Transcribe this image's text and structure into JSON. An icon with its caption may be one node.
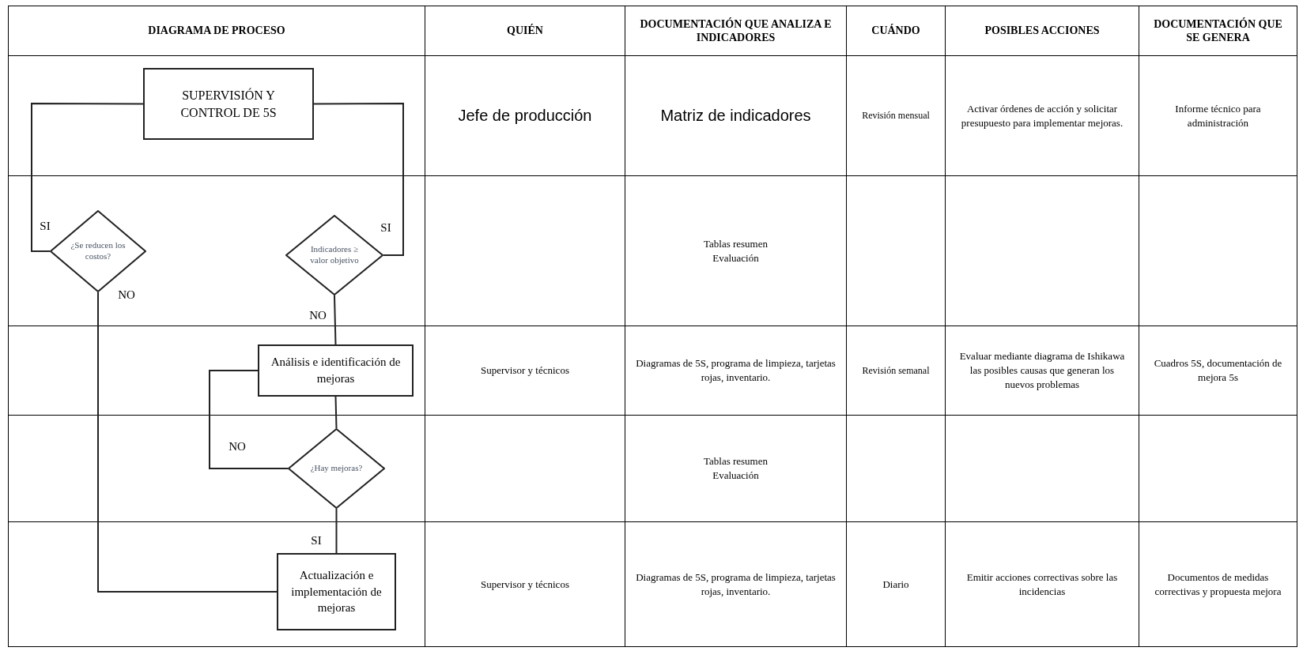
{
  "diagram": {
    "nodes": [
      {
        "text": [
          "SUPERVISIÓN Y CONTROL DE 5S"
        ]
      },
      {
        "text": [
          "¿Se reducen los costos?"
        ]
      },
      {
        "text": [
          "Indicadores ≥ valor objetivo"
        ]
      },
      {
        "text": [
          "Análisis e identificación de mejoras"
        ]
      },
      {
        "text": [
          "¿Hay mejoras?"
        ]
      },
      {
        "text": [
          "Actualización e implementación de mejoras"
        ]
      }
    ],
    "edges": [
      {
        "from": 0,
        "to": 1,
        "arrow": "none",
        "label": "SI"
      },
      {
        "from": 0,
        "to": 2,
        "arrow": "none",
        "label": "SI"
      },
      {
        "from": 2,
        "to": 3,
        "arrow": "none",
        "label": "NO"
      },
      {
        "from": 3,
        "to": 4,
        "arrow": "none"
      },
      {
        "from": 4,
        "to": 3,
        "arrow": "none",
        "label": "NO"
      },
      {
        "from": 4,
        "to": 5,
        "arrow": "none",
        "label": "SI"
      },
      {
        "from": 1,
        "to": 5,
        "arrow": "none",
        "label": "NO"
      }
    ],
    "labels": [
      "DIAGRAMA DE PROCESO",
      "QUIÉN",
      "DOCUMENTACIÓN QUE ANALIZA E INDICADORES",
      "CUÁNDO",
      "POSIBLES ACCIONES",
      "DOCUMENTACIÓN QUE SE GENERA",
      "Jefe de producción",
      "Matriz de indicadores",
      "Revisión mensual",
      "Activar órdenes de acción y solicitar presupuesto para implementar mejoras.",
      "Informe técnico para administración",
      "Tablas resumen Evaluación",
      "Supervisor y técnicos",
      "Diagramas de 5S, programa de limpieza, tarjetas rojas, inventario.",
      "Revisión semanal",
      "Evaluar mediante diagrama de Ishikawa las posibles causas que generan los nuevos problemas",
      "Cuadros 5S, documentación de mejora 5s",
      "Tablas resumen Evaluación",
      "Supervisor y técnicos",
      "Diagramas de 5S, programa de limpieza, tarjetas rojas, inventario.",
      "Diario",
      "Emitir acciones correctivas sobre las incidencias",
      "Documentos de medidas correctivas y propuesta mejora"
    ]
  }
}
